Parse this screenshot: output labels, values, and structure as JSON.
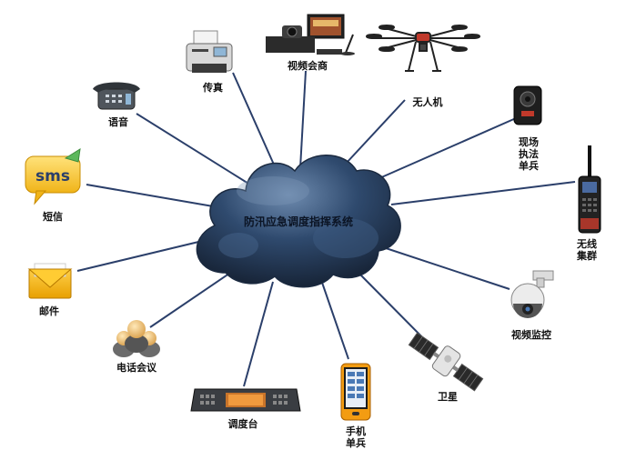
{
  "center": {
    "label": "防汛应急调度指挥系统"
  },
  "nodes": [
    {
      "id": "fax",
      "label": "传真",
      "icon": "fax-machine-icon"
    },
    {
      "id": "video-conference",
      "label": "视频会商",
      "icon": "video-conference-equipment-icon"
    },
    {
      "id": "drone",
      "label": "无人机",
      "icon": "drone-icon"
    },
    {
      "id": "field-unit",
      "label": "现场\n执法\n单兵",
      "icon": "body-camera-icon"
    },
    {
      "id": "trunk-radio",
      "label": "无线\n集群",
      "icon": "walkie-talkie-icon"
    },
    {
      "id": "video-surveillance",
      "label": "视频监控",
      "icon": "ptz-camera-icon"
    },
    {
      "id": "satellite",
      "label": "卫星",
      "icon": "satellite-icon"
    },
    {
      "id": "handheld-unit",
      "label": "手机\n单兵",
      "icon": "handheld-terminal-icon"
    },
    {
      "id": "dispatch-console",
      "label": "调度台",
      "icon": "dispatch-console-icon"
    },
    {
      "id": "phone-conference",
      "label": "电话会议",
      "icon": "group-of-people-icon"
    },
    {
      "id": "email",
      "label": "邮件",
      "icon": "envelope-icon"
    },
    {
      "id": "sms",
      "label": "短信",
      "icon": "sms-bubble-icon",
      "icon_text": "sms"
    },
    {
      "id": "voice",
      "label": "语音",
      "icon": "telephone-icon"
    }
  ],
  "colors": {
    "connector": "#2b3f6a",
    "cloud": "#243a57",
    "cloud_highlight": "#5b7aa0"
  }
}
